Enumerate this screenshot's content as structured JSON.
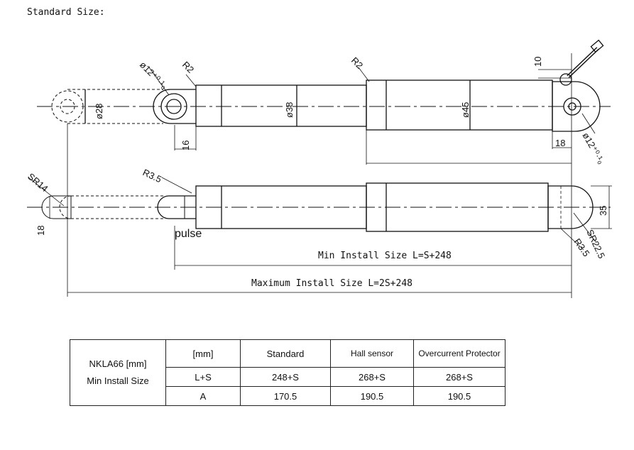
{
  "page_title": "Standard Size:",
  "drawing": {
    "top": {
      "d_rod_end": "ø28",
      "d_hole_left": "ø12⁺⁰·¹₀",
      "radius_left": "R2",
      "d_tube_small": "ø38",
      "radius_mid": "R2",
      "d_tube_large": "ø45",
      "dim_10": "10",
      "dim_16": "16",
      "dim_18": "18",
      "d_hole_right": "ø12⁺⁰·¹₀"
    },
    "bottom": {
      "sr_left": "SR14",
      "r_left": "R3.5",
      "dim_18": "18",
      "pulse": "pulse",
      "dim_35": "35",
      "sr_right": "SR22.5",
      "r_right": "R3.5"
    },
    "min_install": "Min Install Size L=S+248",
    "max_install": "Maximum Install Size L=2S+248"
  },
  "table": {
    "row_header_line1": "NKLA66 [mm]",
    "row_header_line2": "Min Install Size",
    "headers": [
      "[mm]",
      "Standard",
      "Hall sensor",
      "Overcurrent Protector"
    ],
    "rows": [
      [
        "L+S",
        "248+S",
        "268+S",
        "268+S"
      ],
      [
        "A",
        "170.5",
        "190.5",
        "190.5"
      ]
    ]
  }
}
